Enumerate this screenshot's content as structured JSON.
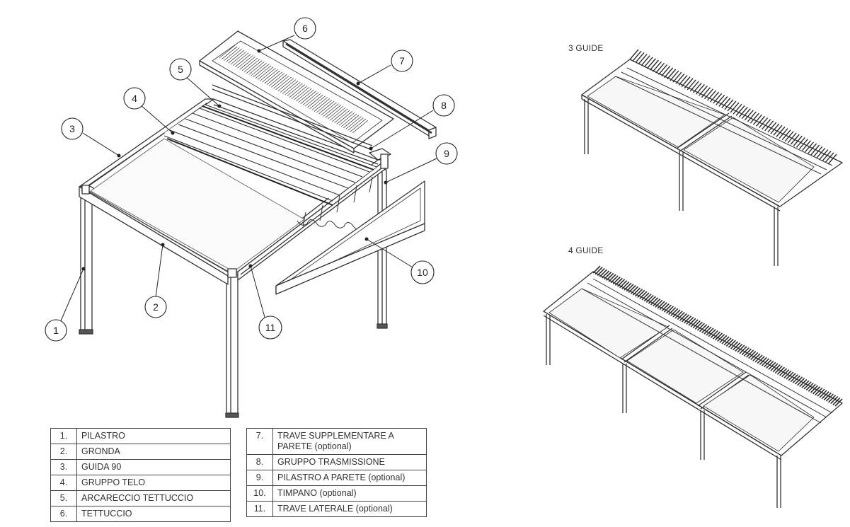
{
  "callouts": [
    {
      "num": "1"
    },
    {
      "num": "2"
    },
    {
      "num": "3"
    },
    {
      "num": "4"
    },
    {
      "num": "5"
    },
    {
      "num": "6"
    },
    {
      "num": "7"
    },
    {
      "num": "8"
    },
    {
      "num": "9"
    },
    {
      "num": "10"
    },
    {
      "num": "11"
    }
  ],
  "guides": {
    "three": "3 GUIDE",
    "four": "4 GUIDE"
  },
  "legend_left": [
    {
      "num": "1.",
      "label": "PILASTRO"
    },
    {
      "num": "2.",
      "label": "GRONDA"
    },
    {
      "num": "3.",
      "label": "GUIDA 90"
    },
    {
      "num": "4.",
      "label": "GRUPPO TELO"
    },
    {
      "num": "5.",
      "label": "ARCARECCIO TETTUCCIO"
    },
    {
      "num": "6.",
      "label": "TETTUCCIO"
    }
  ],
  "legend_right": [
    {
      "num": "7.",
      "label": "TRAVE SUPPLEMENTARE A PARETE (optional)"
    },
    {
      "num": "8.",
      "label": "GRUPPO TRASMISSIONE"
    },
    {
      "num": "9.",
      "label": "PILASTRO A PARETE (optional)"
    },
    {
      "num": "10.",
      "label": "TIMPANO (optional)"
    },
    {
      "num": "11.",
      "label": "TRAVE LATERALE (optional)"
    }
  ],
  "colors": {
    "line": "#333333",
    "slat_dark": "#2b2b2b",
    "panel": "#f6f6f6"
  }
}
